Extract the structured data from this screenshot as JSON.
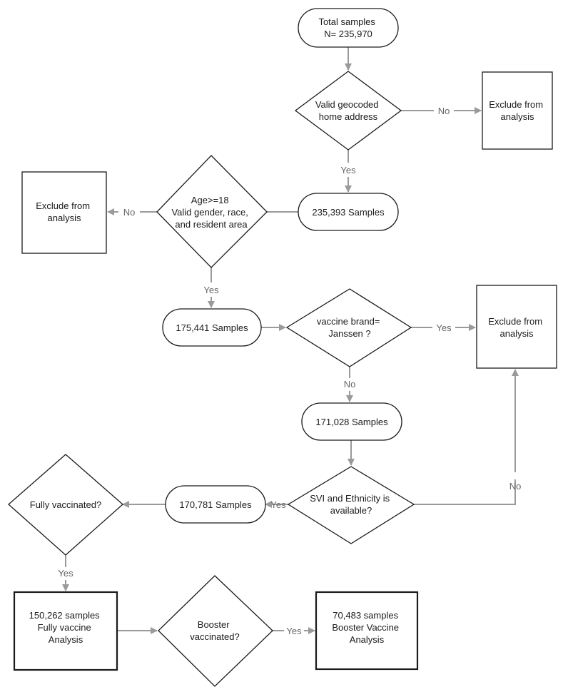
{
  "nodes": {
    "total": [
      "Total samples",
      "N= 235,970"
    ],
    "geo_decision": [
      "Valid geocoded",
      "home address"
    ],
    "exclude_1": [
      "Exclude from",
      "analysis"
    ],
    "s235393": [
      "235,393 Samples"
    ],
    "age_decision": [
      "Age>=18",
      "Valid gender, race,",
      "and resident area"
    ],
    "exclude_2": [
      "Exclude from",
      "analysis"
    ],
    "s175441": [
      "175,441 Samples"
    ],
    "brand_decision": [
      "vaccine brand=",
      "Janssen ?"
    ],
    "exclude_3": [
      "Exclude from",
      "analysis"
    ],
    "s171028": [
      "171,028 Samples"
    ],
    "svi_decision": [
      "SVI and Ethnicity is",
      "available?"
    ],
    "s170781": [
      "170,781 Samples"
    ],
    "fully_decision": [
      "Fully vaccinated?"
    ],
    "fully_analysis": [
      "150,262 samples",
      "Fully vaccine",
      "Analysis"
    ],
    "booster_decision": [
      "Booster",
      "vaccinated?"
    ],
    "booster_analysis": [
      "70,483 samples",
      "Booster Vaccine",
      "Analysis"
    ]
  },
  "edges": {
    "geo_no": "No",
    "geo_yes": "Yes",
    "age_no": "No",
    "age_yes": "Yes",
    "brand_yes": "Yes",
    "brand_no": "No",
    "svi_no": "No",
    "svi_yes": "Yes",
    "fully_yes": "Yes",
    "booster_yes": "Yes"
  }
}
